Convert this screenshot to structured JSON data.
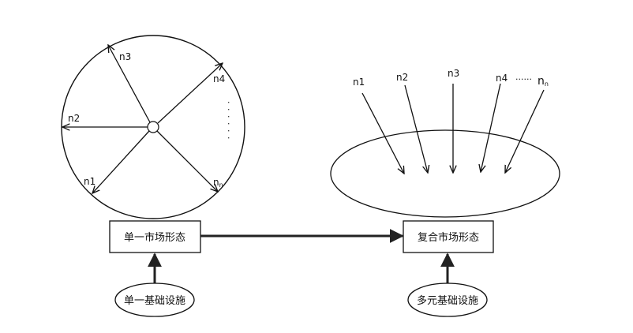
{
  "left": {
    "spokes": [
      {
        "label": "n3"
      },
      {
        "label": "n4"
      },
      {
        "label": "n2"
      },
      {
        "label": "n1"
      },
      {
        "label": "n",
        "sub": "n"
      }
    ],
    "ellipsis": "· · · · · ·",
    "form_box": "单一市场形态",
    "infra": "单一基础设施"
  },
  "right": {
    "arrows": [
      {
        "label": "n1"
      },
      {
        "label": "n2"
      },
      {
        "label": "n3"
      },
      {
        "label": "n4"
      },
      {
        "label": "n",
        "sub": "n"
      }
    ],
    "ellipsis": "......",
    "form_box": "复合市场形态",
    "infra": "多元基础设施"
  }
}
